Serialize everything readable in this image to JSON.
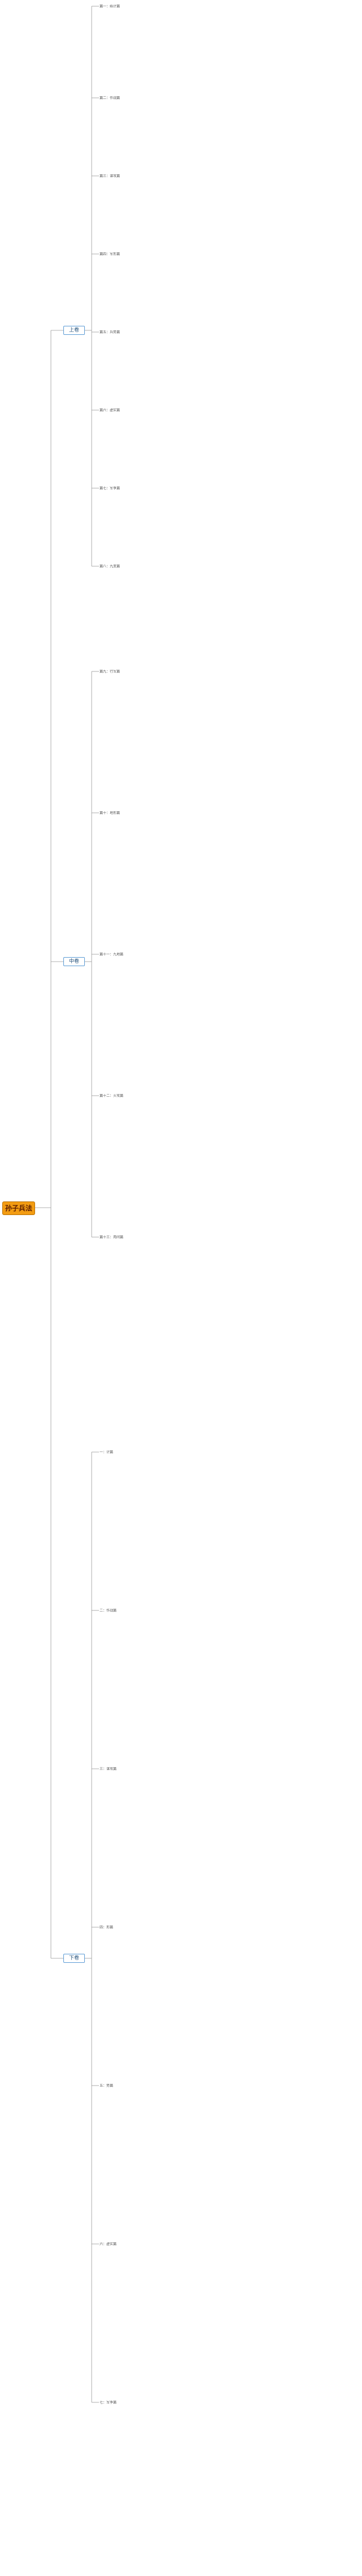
{
  "root": "孙子兵法",
  "colors": {
    "root_fill": "#f39c12",
    "section_border": "#5b9bd5",
    "line": "#999999"
  },
  "sections": [
    {
      "title": "上卷",
      "children": [
        "篇一：始计篇",
        "篇二：作战篇",
        "篇三：谋攻篇",
        "篇四：军形篇",
        "篇五：兵势篇",
        "篇六：虚实篇",
        "篇七：军争篇",
        "篇八：九变篇"
      ]
    },
    {
      "title": "中卷",
      "children": [
        "篇九：行军篇",
        "篇十：地形篇",
        "篇十一：九地篇",
        "篇十二：火攻篇",
        "篇十三：用间篇"
      ]
    },
    {
      "title": "下卷",
      "children": [
        "一：计篇",
        "二：作战篇",
        "三：谋攻篇",
        "四：形篇",
        "五：势篇",
        "六：虚实篇",
        "七：军争篇"
      ]
    }
  ]
}
